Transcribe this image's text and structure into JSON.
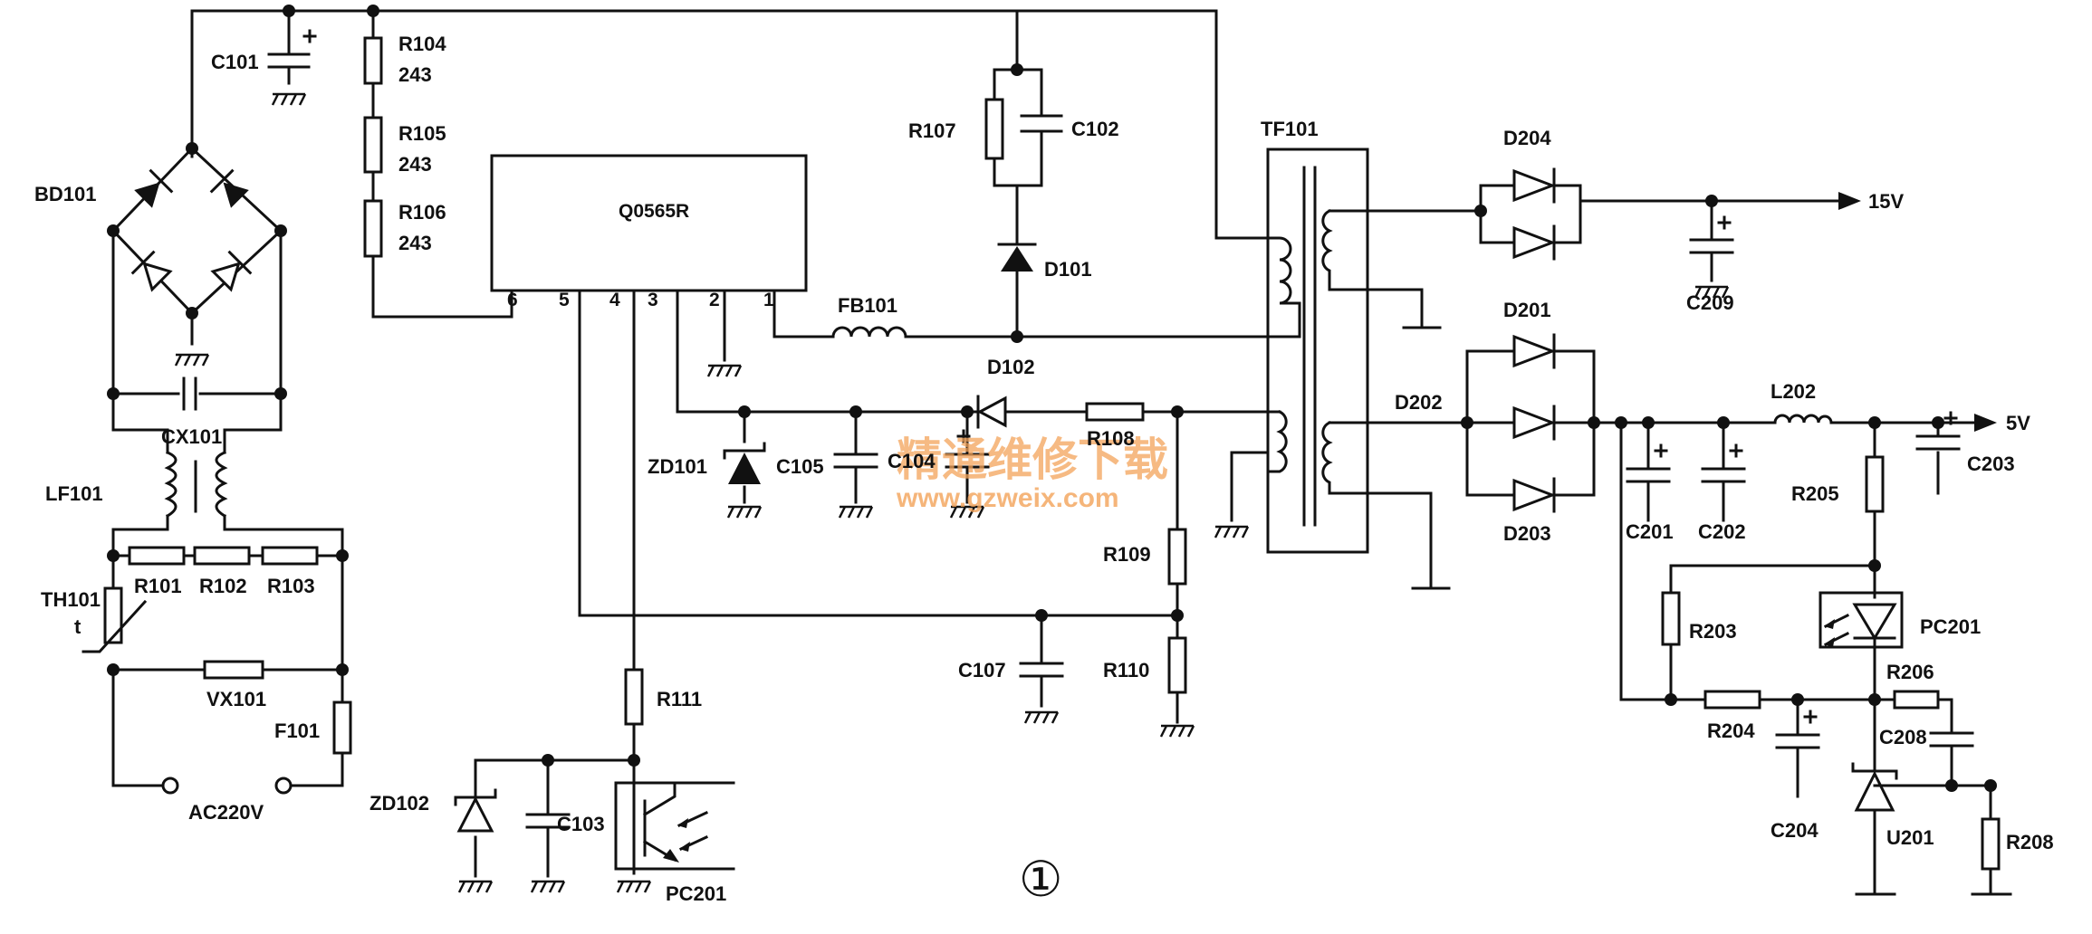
{
  "diagram_title": "①",
  "watermark": {
    "text": "精通维修下载",
    "url": "www.gzweix.com"
  },
  "ic": {
    "name": "Q0565R",
    "pins": [
      "6",
      "5",
      "4",
      "3",
      "2",
      "1"
    ]
  },
  "input": {
    "ac": "AC220V"
  },
  "outputs": {
    "v15": "15V",
    "v5": "5V"
  },
  "components": {
    "C101": "C101",
    "R104": "R104",
    "R104_val": "243",
    "R105": "R105",
    "R105_val": "243",
    "R106": "R106",
    "R106_val": "243",
    "BD101": "BD101",
    "CX101": "CX101",
    "LF101": "LF101",
    "TH101": "TH101",
    "TH101_t": "t",
    "R101": "R101",
    "R102": "R102",
    "R103": "R103",
    "VX101": "VX101",
    "F101": "F101",
    "R107": "R107",
    "C102": "C102",
    "D101": "D101",
    "FB101": "FB101",
    "D102": "D102",
    "R108": "R108",
    "ZD101": "ZD101",
    "C105": "C105",
    "C104": "C104",
    "R109": "R109",
    "C107": "C107",
    "R110": "R110",
    "R111": "R111",
    "ZD102": "ZD102",
    "C103": "C103",
    "PC201a": "PC201",
    "TF101": "TF101",
    "D204": "D204",
    "C209": "C209",
    "D201": "D201",
    "D202": "D202",
    "D203": "D203",
    "C201": "C201",
    "C202": "C202",
    "L202": "L202",
    "C203": "C203",
    "R205": "R205",
    "R203": "R203",
    "PC201b": "PC201",
    "R206": "R206",
    "R204": "R204",
    "C208": "C208",
    "C204": "C204",
    "U201": "U201",
    "R208": "R208"
  }
}
